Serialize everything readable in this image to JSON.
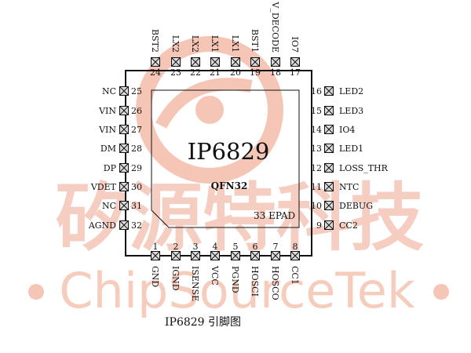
{
  "diagram": {
    "chip_name": "IP6829",
    "package": "QFN32",
    "epad_label": "33 EPAD",
    "caption": "IP6829 引脚图",
    "colors": {
      "ink": "#111111",
      "pin_fill": "#dcdcdc",
      "watermark": "#f5c6b6"
    }
  },
  "watermark": {
    "cn_text": "矽源特科技",
    "en_text": "ChipSourceTek"
  },
  "pins": {
    "bottom": [
      {
        "num": "1",
        "name": "GND"
      },
      {
        "num": "2",
        "name": "IGND"
      },
      {
        "num": "3",
        "name": "ISENSE"
      },
      {
        "num": "4",
        "name": "VCC"
      },
      {
        "num": "5",
        "name": "PGND"
      },
      {
        "num": "6",
        "name": "HOSCI"
      },
      {
        "num": "7",
        "name": "HOSCO"
      },
      {
        "num": "8",
        "name": "CC1"
      }
    ],
    "right": [
      {
        "num": "9",
        "name": "CC2"
      },
      {
        "num": "10",
        "name": "DEBUG"
      },
      {
        "num": "11",
        "name": "NTC"
      },
      {
        "num": "12",
        "name": "LOSS_THR"
      },
      {
        "num": "13",
        "name": "LED1"
      },
      {
        "num": "14",
        "name": "IO4"
      },
      {
        "num": "15",
        "name": "LED3"
      },
      {
        "num": "16",
        "name": "LED2"
      }
    ],
    "top": [
      {
        "num": "17",
        "name": "IO7"
      },
      {
        "num": "18",
        "name": "V_DECODE"
      },
      {
        "num": "19",
        "name": "BST1"
      },
      {
        "num": "20",
        "name": "LX1"
      },
      {
        "num": "21",
        "name": "LX1"
      },
      {
        "num": "22",
        "name": "LX2"
      },
      {
        "num": "23",
        "name": "LX2"
      },
      {
        "num": "24",
        "name": "BST2"
      }
    ],
    "left": [
      {
        "num": "25",
        "name": "NC"
      },
      {
        "num": "26",
        "name": "VIN"
      },
      {
        "num": "27",
        "name": "VIN"
      },
      {
        "num": "28",
        "name": "DM"
      },
      {
        "num": "29",
        "name": "DP"
      },
      {
        "num": "30",
        "name": "VDET"
      },
      {
        "num": "31",
        "name": "NC"
      },
      {
        "num": "32",
        "name": "AGND"
      }
    ]
  }
}
